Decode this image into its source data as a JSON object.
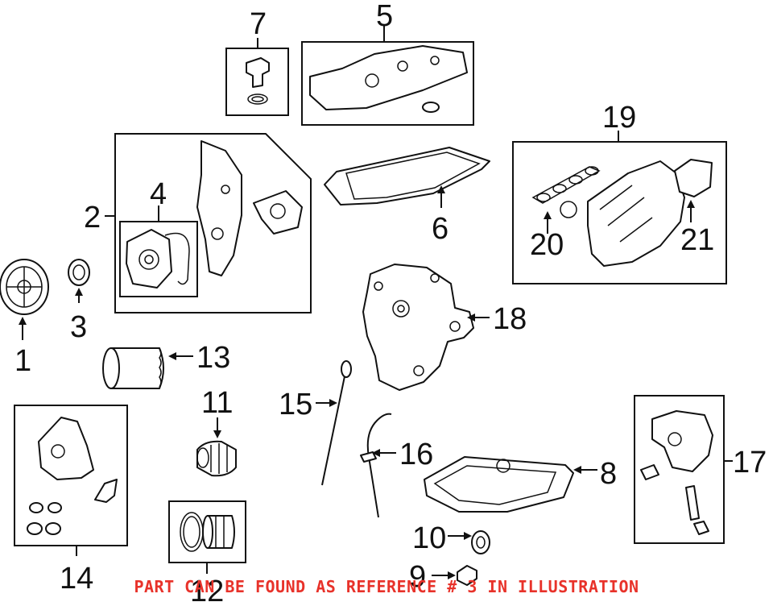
{
  "callouts": {
    "c1": "1",
    "c2": "2",
    "c3": "3",
    "c4": "4",
    "c5": "5",
    "c6": "6",
    "c7": "7",
    "c8": "8",
    "c9": "9",
    "c10": "10",
    "c11": "11",
    "c12": "12",
    "c13": "13",
    "c14": "14",
    "c15": "15",
    "c16": "16",
    "c17": "17",
    "c18": "18",
    "c19": "19",
    "c20": "20",
    "c21": "21"
  },
  "notice": "PART CAN BE FOUND AS REFERENCE # 3 IN ILLUSTRATION",
  "colors": {
    "notice": "#e8322a",
    "line": "#111111",
    "background": "#ffffff"
  }
}
